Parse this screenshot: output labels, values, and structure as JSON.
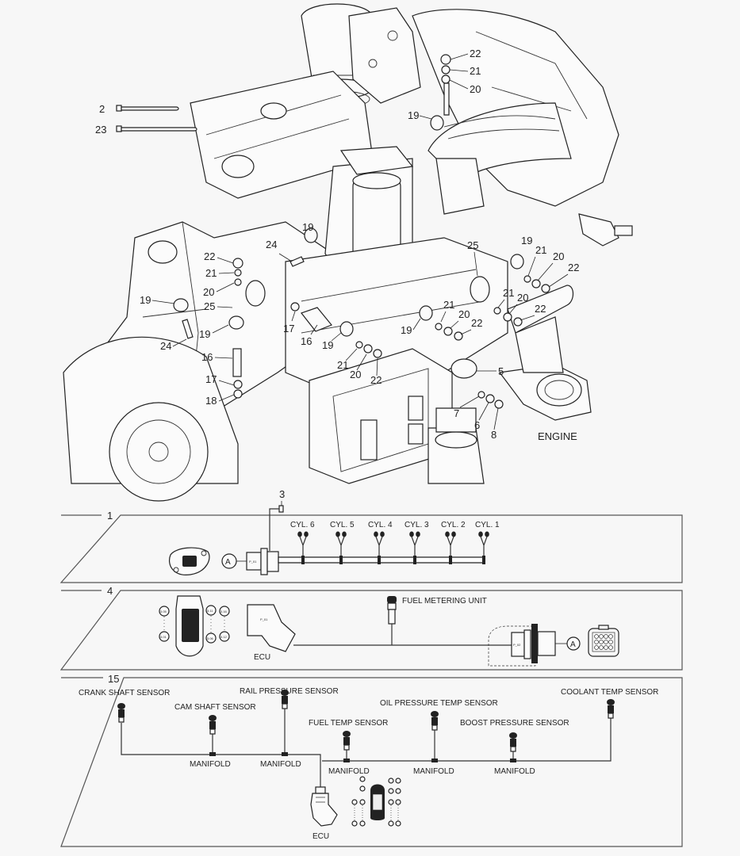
{
  "diagram": {
    "section_label": "ENGINE",
    "callouts_top": [
      "2",
      "23",
      "22",
      "21",
      "20",
      "19",
      "19",
      "24",
      "22",
      "21",
      "20",
      "19",
      "25",
      "19",
      "24",
      "16",
      "17",
      "16",
      "17",
      "18",
      "25",
      "19",
      "21",
      "20",
      "22",
      "21",
      "20",
      "22",
      "21",
      "20",
      "22",
      "19",
      "21",
      "20",
      "22",
      "19",
      "5",
      "7",
      "6",
      "8"
    ],
    "cable_ties": [
      {
        "callout": "2"
      },
      {
        "callout": "23"
      }
    ],
    "groups": [
      {
        "callout": "1",
        "name": "injector-harness",
        "connector_ref": "A",
        "connector_code": "P_01",
        "screw_callout": "3",
        "cylinders": [
          "CYL. 6",
          "CYL. 5",
          "CYL. 4",
          "CYL. 3",
          "CYL. 2",
          "CYL. 1"
        ]
      },
      {
        "callout": "4",
        "name": "fuel-metering-harness",
        "ecu_label": "ECU",
        "ecu_connector_code": "P_01",
        "pin_labels_left": [
          "3.05",
          "3.01"
        ],
        "pin_labels_right": [
          "3.11",
          "3.16",
          "3.06",
          "3.12"
        ],
        "fuel_metering_label": "FUEL METERING UNIT",
        "connector_code": "P_02",
        "connector_ref": "A"
      },
      {
        "callout": "15",
        "name": "sensor-harness",
        "sensors": [
          {
            "label": "CRANK SHAFT SENSOR"
          },
          {
            "label": "CAM SHAFT SENSOR",
            "mount": "MANIFOLD"
          },
          {
            "label": "RAIL PRESSURE SENSOR",
            "mount": "MANIFOLD"
          },
          {
            "label": "FUEL TEMP SENSOR",
            "mount": "MANIFOLD"
          },
          {
            "label": "OIL PRESSURE TEMP SENSOR",
            "mount": "MANIFOLD"
          },
          {
            "label": "BOOST PRESSURE SENSOR",
            "mount": "MANIFOLD"
          },
          {
            "label": "COOLANT TEMP SENSOR"
          }
        ],
        "ecu_label": "ECU"
      }
    ]
  },
  "colors": {
    "background": "#f7f7f7",
    "line": "#222222",
    "frame": "#555555"
  }
}
